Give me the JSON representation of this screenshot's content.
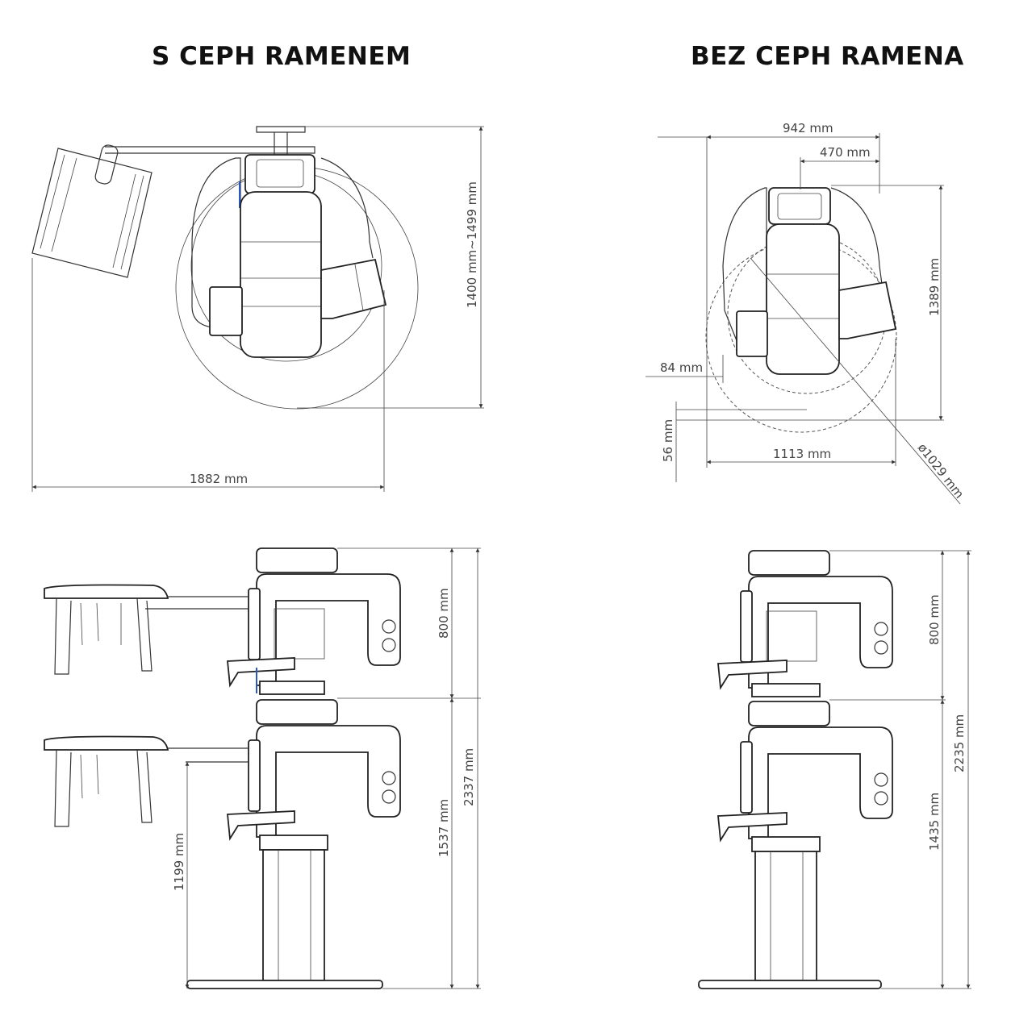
{
  "headings": {
    "left": "S CEPH RAMENEM",
    "right": "BEZ CEPH RAMENA"
  },
  "dimensions": {
    "left_top_width": "1882 mm",
    "left_top_height": "1400 mm~1499 mm",
    "right_top_width_total": "942 mm",
    "right_top_width_inner": "470 mm",
    "right_top_height": "1389 mm",
    "right_top_offset_left": "84 mm",
    "right_top_offset_bottom": "56 mm",
    "right_top_width_base": "1113 mm",
    "right_top_diameter": "ø1029 mm",
    "left_side_upper": "800 mm",
    "left_side_total": "2337 mm",
    "left_side_lower": "1537 mm",
    "left_side_ceph": "1199 mm",
    "right_side_upper": "800 mm",
    "right_side_total": "2235 mm",
    "right_side_lower": "1435 mm"
  },
  "colors": {
    "line": "#333333",
    "accent": "#2b59c3"
  }
}
